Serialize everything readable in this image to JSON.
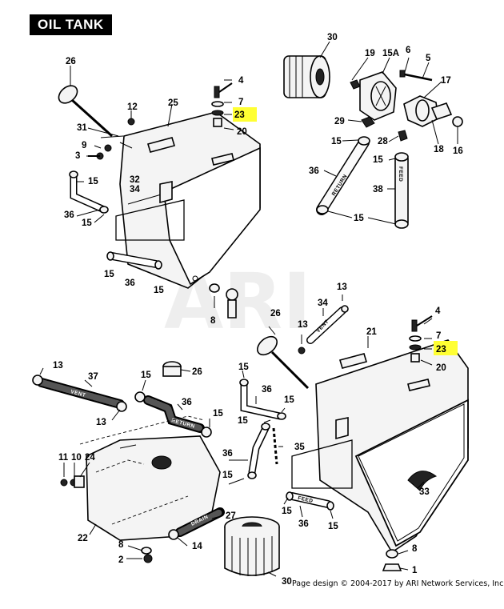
{
  "title": "OIL TANK",
  "watermark": "ARI",
  "footer": "Page design © 2004-2017 by ARI Network Services, Inc.",
  "hose_labels": {
    "vent": "VENT",
    "return": "RETURN",
    "feed": "FEED",
    "drain": "DRAIN"
  },
  "highlight_color": "#ffff33",
  "highlighted_part": "23",
  "callouts": [
    {
      "id": "c-30-top",
      "text": "30"
    },
    {
      "id": "c-19",
      "text": "19"
    },
    {
      "id": "c-15a",
      "text": "15A"
    },
    {
      "id": "c-6",
      "text": "6"
    },
    {
      "id": "c-5",
      "text": "5"
    },
    {
      "id": "c-17",
      "text": "17"
    },
    {
      "id": "c-29",
      "text": "29"
    },
    {
      "id": "c-15-tr1",
      "text": "15"
    },
    {
      "id": "c-28",
      "text": "28"
    },
    {
      "id": "c-18",
      "text": "18"
    },
    {
      "id": "c-16",
      "text": "16"
    },
    {
      "id": "c-15-tr2",
      "text": "15"
    },
    {
      "id": "c-36-tr",
      "text": "36"
    },
    {
      "id": "c-38",
      "text": "38"
    },
    {
      "id": "c-15-tr3",
      "text": "15"
    },
    {
      "id": "c-26-tl",
      "text": "26"
    },
    {
      "id": "c-12",
      "text": "12"
    },
    {
      "id": "c-25",
      "text": "25"
    },
    {
      "id": "c-4-tl",
      "text": "4"
    },
    {
      "id": "c-7-tl",
      "text": "7"
    },
    {
      "id": "c-23-tl",
      "text": "23"
    },
    {
      "id": "c-20-tl",
      "text": "20"
    },
    {
      "id": "c-31",
      "text": "31"
    },
    {
      "id": "c-9",
      "text": "9"
    },
    {
      "id": "c-3",
      "text": "3"
    },
    {
      "id": "c-15-tl1",
      "text": "15"
    },
    {
      "id": "c-32",
      "text": "32"
    },
    {
      "id": "c-34-tl",
      "text": "34"
    },
    {
      "id": "c-36-tl",
      "text": "36"
    },
    {
      "id": "c-15-tl2",
      "text": "15"
    },
    {
      "id": "c-15-tl3",
      "text": "15"
    },
    {
      "id": "c-36-tl2",
      "text": "36"
    },
    {
      "id": "c-15-tl4",
      "text": "15"
    },
    {
      "id": "c-8-tl",
      "text": "8"
    },
    {
      "id": "c-13-mid",
      "text": "13"
    },
    {
      "id": "c-26-mid",
      "text": "26"
    },
    {
      "id": "c-34-mid",
      "text": "34"
    },
    {
      "id": "c-13-mid2",
      "text": "13"
    },
    {
      "id": "c-21",
      "text": "21"
    },
    {
      "id": "c-4-r",
      "text": "4"
    },
    {
      "id": "c-7-r",
      "text": "7"
    },
    {
      "id": "c-23-r",
      "text": "23"
    },
    {
      "id": "c-20-r",
      "text": "20"
    },
    {
      "id": "c-13-bl",
      "text": "13"
    },
    {
      "id": "c-37",
      "text": "37"
    },
    {
      "id": "c-15-bl1",
      "text": "15"
    },
    {
      "id": "c-26-bl",
      "text": "26"
    },
    {
      "id": "c-36-bl",
      "text": "36"
    },
    {
      "id": "c-13-bl2",
      "text": "13"
    },
    {
      "id": "c-15-bl2",
      "text": "15"
    },
    {
      "id": "c-15-bl3",
      "text": "15"
    },
    {
      "id": "c-36-bm",
      "text": "36"
    },
    {
      "id": "c-15-bm",
      "text": "15"
    },
    {
      "id": "c-15-bm2",
      "text": "15"
    },
    {
      "id": "c-35",
      "text": "35"
    },
    {
      "id": "c-11",
      "text": "11"
    },
    {
      "id": "c-10",
      "text": "10"
    },
    {
      "id": "c-24",
      "text": "24"
    },
    {
      "id": "c-36-bm2",
      "text": "36"
    },
    {
      "id": "c-15-bm3",
      "text": "15"
    },
    {
      "id": "c-15-br1",
      "text": "15"
    },
    {
      "id": "c-36-br",
      "text": "36"
    },
    {
      "id": "c-33",
      "text": "33"
    },
    {
      "id": "c-15-br2",
      "text": "15"
    },
    {
      "id": "c-27",
      "text": "27"
    },
    {
      "id": "c-22",
      "text": "22"
    },
    {
      "id": "c-8-bl",
      "text": "8"
    },
    {
      "id": "c-14",
      "text": "14"
    },
    {
      "id": "c-2",
      "text": "2"
    },
    {
      "id": "c-8-br",
      "text": "8"
    },
    {
      "id": "c-1",
      "text": "1"
    },
    {
      "id": "c-30-b",
      "text": "30"
    }
  ]
}
